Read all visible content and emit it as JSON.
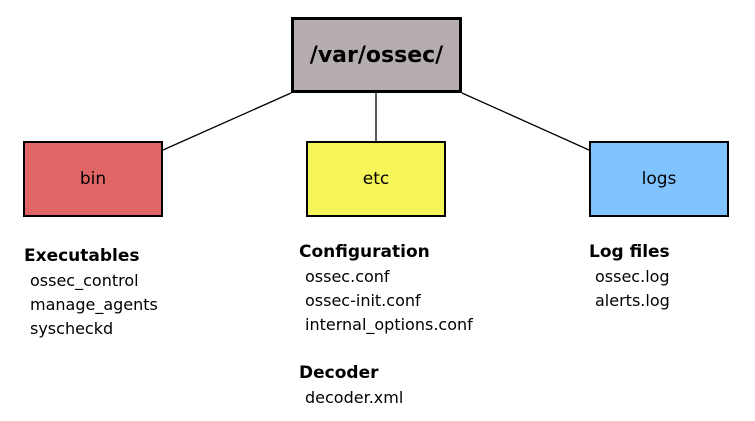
{
  "root": {
    "label": "/var/ossec/"
  },
  "boxes": {
    "bin": {
      "label": "bin"
    },
    "etc": {
      "label": "etc"
    },
    "logs": {
      "label": "logs"
    }
  },
  "groups": {
    "executables": {
      "title": "Executables",
      "items": [
        "ossec_control",
        "manage_agents",
        "syscheckd"
      ]
    },
    "configuration": {
      "title": "Configuration",
      "items": [
        "ossec.conf",
        "ossec-init.conf",
        "internal_options.conf"
      ]
    },
    "decoder": {
      "title": "Decoder",
      "items": [
        "decoder.xml"
      ]
    },
    "log_files": {
      "title": "Log files",
      "items": [
        "ossec.log",
        "alerts.log"
      ]
    }
  },
  "colors": {
    "root": "#b5adad",
    "bin": "#e06666",
    "etc": "#f5f55a",
    "logs": "#80c4ff"
  }
}
